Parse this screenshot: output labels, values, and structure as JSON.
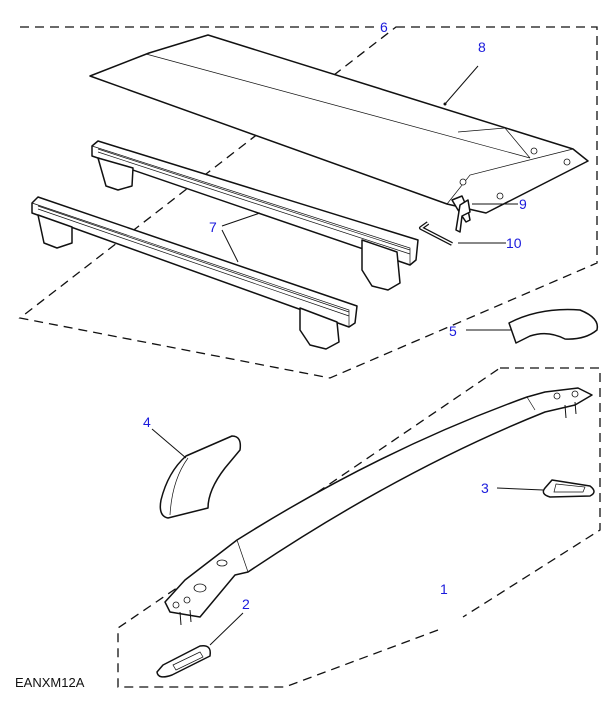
{
  "diagram": {
    "code": "EANXM12A",
    "callouts": {
      "c1": "1",
      "c2": "2",
      "c3": "3",
      "c4": "4",
      "c5": "5",
      "c6": "6",
      "c7": "7",
      "c8": "8",
      "c9": "9",
      "c10": "10"
    },
    "callout_color": "#1a1adc"
  }
}
